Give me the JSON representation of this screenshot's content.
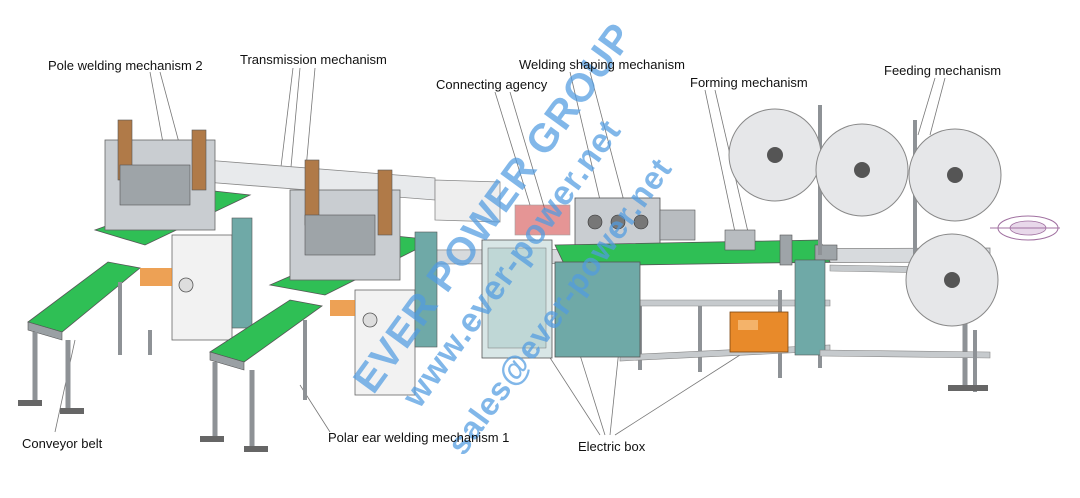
{
  "labels": {
    "pole_welding": "Pole welding mechanism 2",
    "transmission": "Transmission mechanism",
    "connecting": "Connecting agency",
    "welding_shaping": "Welding shaping mechanism",
    "forming": "Forming mechanism",
    "feeding": "Feeding mechanism",
    "conveyor": "Conveyor belt",
    "polar_ear": "Polar ear welding mechanism 1",
    "electric_box": "Electric box"
  },
  "watermark": {
    "line1": "EVER POWER GROUP",
    "line2": "www.ever-power.net",
    "line3": "sales@ever-power.net"
  },
  "colors": {
    "belt_green": "#2fbf55",
    "frame_grey": "#8e9296",
    "cabinet_teal": "#6fa9a7",
    "orange_box": "#e88a2a",
    "watermark_blue": "#4f9be1"
  }
}
